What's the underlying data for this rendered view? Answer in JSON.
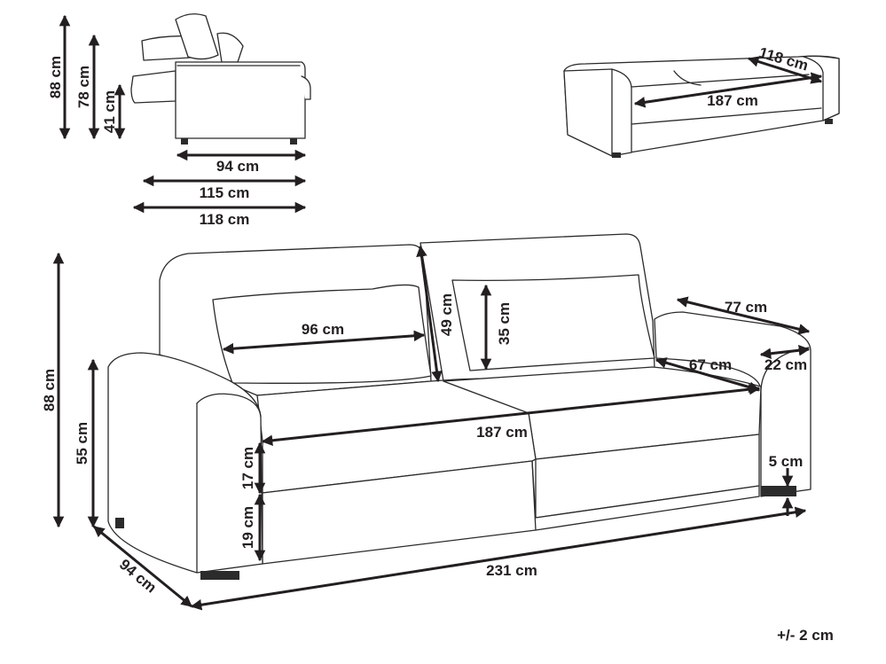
{
  "labels": {
    "side_height_total": "88 cm",
    "side_height_back": "78 cm",
    "side_height_arm": "41 cm",
    "side_depth_seat": "94 cm",
    "side_depth_open": "115 cm",
    "side_depth_max": "118 cm",
    "bed_width": "118 cm",
    "bed_length": "187 cm",
    "front_height_total": "88 cm",
    "front_height_arm": "55 cm",
    "depth": "94 cm",
    "pillow_width": "96 cm",
    "pillow_height": "35 cm",
    "back_height": "49 cm",
    "arm_depth": "77 cm",
    "arm_width": "22 cm",
    "seat_depth": "67 cm",
    "seat_width": "187 cm",
    "cushion_height": "17 cm",
    "base_height": "19 cm",
    "leg_height": "5 cm",
    "total_width": "231 cm",
    "tolerance": "+/- 2 cm"
  }
}
